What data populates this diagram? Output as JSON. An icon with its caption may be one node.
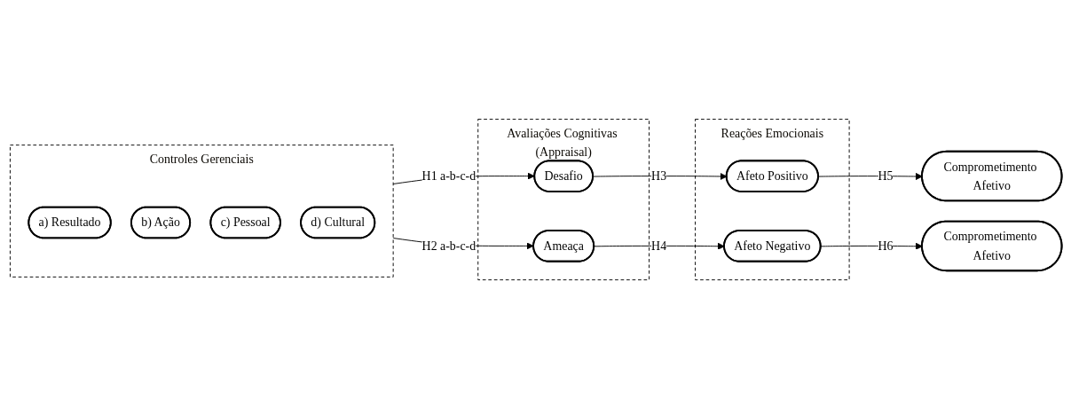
{
  "diagram": {
    "nodes": [
      {
        "text": [
          "Controles Gerenciais"
        ]
      },
      {
        "text": [
          "a) Resultado"
        ],
        "in": 0
      },
      {
        "text": [
          "b) Ação"
        ],
        "in": 0
      },
      {
        "text": [
          "c) Pessoal"
        ],
        "in": 0
      },
      {
        "text": [
          "d) Cultural"
        ],
        "in": 0
      },
      {
        "text": [
          "Avaliações Cognitivas (Appraisal)"
        ]
      },
      {
        "text": [
          "Desafio"
        ],
        "in": 5
      },
      {
        "text": [
          "Ameaça"
        ],
        "in": 5
      },
      {
        "text": [
          "Reações Emocionais"
        ]
      },
      {
        "text": [
          "Afeto Positivo"
        ],
        "in": 8
      },
      {
        "text": [
          "Afeto Negativo"
        ],
        "in": 8
      },
      {
        "text": [
          "Comprometimento Afetivo"
        ]
      },
      {
        "text": [
          "Comprometimento Afetivo"
        ]
      }
    ],
    "edges": [
      {
        "from": 0,
        "to": 6,
        "arrow": "to",
        "label": "H1 a-b-c-d"
      },
      {
        "from": 0,
        "to": 7,
        "arrow": "to",
        "label": "H2 a-b-c-d"
      },
      {
        "from": 6,
        "to": 9,
        "arrow": "to",
        "label": "H3"
      },
      {
        "from": 7,
        "to": 10,
        "arrow": "to",
        "label": "H4"
      },
      {
        "from": 9,
        "to": 11,
        "arrow": "to",
        "label": "H5"
      },
      {
        "from": 10,
        "to": 12,
        "arrow": "to",
        "label": "H6"
      }
    ]
  }
}
